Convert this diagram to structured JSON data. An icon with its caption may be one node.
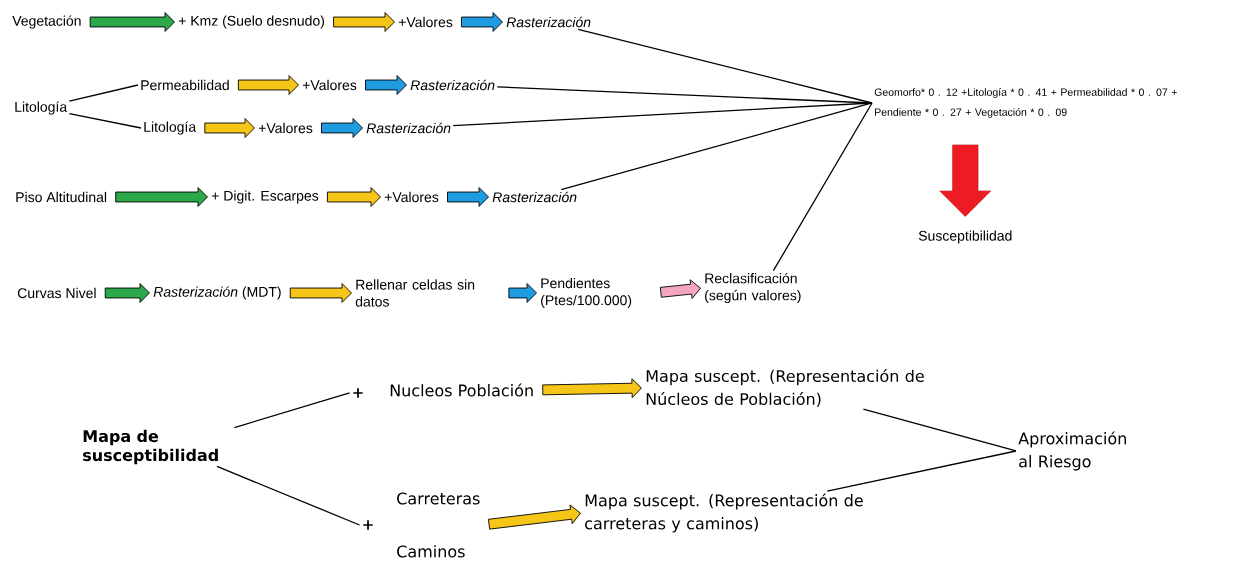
{
  "diagram": {
    "nodes": [
      {
        "text": [
          "Vegetación"
        ]
      },
      {
        "text": [
          "+ Kmz (Suelo desnudo)"
        ]
      },
      {
        "text": [
          "+Valores"
        ]
      },
      {
        "text": [
          "Rasterización"
        ]
      },
      {
        "text": [
          "Litología"
        ]
      },
      {
        "text": [
          "Permeabilidad"
        ]
      },
      {
        "text": [
          "+Valores"
        ]
      },
      {
        "text": [
          "Rasterización"
        ]
      },
      {
        "text": [
          "Litología"
        ]
      },
      {
        "text": [
          "+Valores"
        ]
      },
      {
        "text": [
          "Rasterización"
        ]
      },
      {
        "text": [
          "Piso Altitudinal"
        ]
      },
      {
        "text": [
          "+ Digit. Escarpes"
        ]
      },
      {
        "text": [
          "+Valores"
        ]
      },
      {
        "text": [
          "Rasterización"
        ]
      },
      {
        "text": [
          "Curvas Nivel"
        ]
      },
      {
        "text": [
          "*Rasterización* (MDT)"
        ]
      },
      {
        "text": [
          "Rellenar celdas sin datos"
        ]
      },
      {
        "text": [
          "Pendientes (Ptes/100.000)"
        ]
      },
      {
        "text": [
          "Reclasificación (según valores)"
        ]
      },
      {
        "text": [
          "Geomorfo* 0 . 12 +Litología * 0 . 41 + Permeabilidad * 0 . 07 + Pendiente * 0 . 27 + Vegetación * 0 . 09"
        ]
      },
      {
        "text": [
          "Susceptibilidad"
        ]
      },
      {
        "text": [
          "Mapa de susceptibilidad"
        ]
      },
      {
        "text": [
          "+"
        ]
      },
      {
        "text": [
          "Nucleos Población"
        ]
      },
      {
        "text": [
          "Mapa suscept. (Representación de Núcleos de Población)"
        ]
      },
      {
        "text": [
          "+"
        ]
      },
      {
        "text": [
          "Carreteras",
          "Caminos"
        ]
      },
      {
        "text": [
          "Mapa suscept. (Representación de carreteras y caminos)"
        ]
      },
      {
        "text": [
          "Aproximación al Riesgo"
        ]
      }
    ],
    "edges": [
      {
        "from": 0,
        "to": 1,
        "arrow": "to",
        "style": "thick",
        "color": "#2aa84a"
      },
      {
        "from": 1,
        "to": 2,
        "arrow": "to",
        "style": "thick",
        "color": "#f5c518"
      },
      {
        "from": 2,
        "to": 3,
        "arrow": "to",
        "style": "thick",
        "color": "#1f9be0"
      },
      {
        "from": 3,
        "to": 20,
        "arrow": "none"
      },
      {
        "from": 4,
        "to": 5,
        "arrow": "none"
      },
      {
        "from": 4,
        "to": 8,
        "arrow": "none"
      },
      {
        "from": 5,
        "to": 6,
        "arrow": "to",
        "style": "thick",
        "color": "#f5c518"
      },
      {
        "from": 6,
        "to": 7,
        "arrow": "to",
        "style": "thick",
        "color": "#1f9be0"
      },
      {
        "from": 7,
        "to": 20,
        "arrow": "none"
      },
      {
        "from": 8,
        "to": 9,
        "arrow": "to",
        "style": "thick",
        "color": "#f5c518"
      },
      {
        "from": 9,
        "to": 10,
        "arrow": "to",
        "style": "thick",
        "color": "#1f9be0"
      },
      {
        "from": 10,
        "to": 20,
        "arrow": "none"
      },
      {
        "from": 11,
        "to": 12,
        "arrow": "to",
        "style": "thick",
        "color": "#2aa84a"
      },
      {
        "from": 12,
        "to": 13,
        "arrow": "to",
        "style": "thick",
        "color": "#f5c518"
      },
      {
        "from": 13,
        "to": 14,
        "arrow": "to",
        "style": "thick",
        "color": "#1f9be0"
      },
      {
        "from": 14,
        "to": 20,
        "arrow": "none"
      },
      {
        "from": 15,
        "to": 16,
        "arrow": "to",
        "style": "thick",
        "color": "#2aa84a"
      },
      {
        "from": 16,
        "to": 17,
        "arrow": "to",
        "style": "thick",
        "color": "#f5c518"
      },
      {
        "from": 17,
        "to": 18,
        "arrow": "to",
        "style": "thick",
        "color": "#1f9be0"
      },
      {
        "from": 18,
        "to": 19,
        "arrow": "to",
        "style": "thick",
        "color": "#f4a6c0"
      },
      {
        "from": 19,
        "to": 20,
        "arrow": "none"
      },
      {
        "from": 20,
        "to": 21,
        "arrow": "to",
        "style": "thick",
        "color": "#ed1c24"
      },
      {
        "from": 22,
        "to": 23,
        "arrow": "none"
      },
      {
        "from": 22,
        "to": 26,
        "arrow": "none"
      },
      {
        "from": 24,
        "to": 25,
        "arrow": "to",
        "style": "thick",
        "color": "#f5c518"
      },
      {
        "from": 27,
        "to": 28,
        "arrow": "to",
        "style": "thick",
        "color": "#f5c518"
      },
      {
        "from": 25,
        "to": 29,
        "arrow": "none"
      },
      {
        "from": 28,
        "to": 29,
        "arrow": "none"
      }
    ]
  }
}
